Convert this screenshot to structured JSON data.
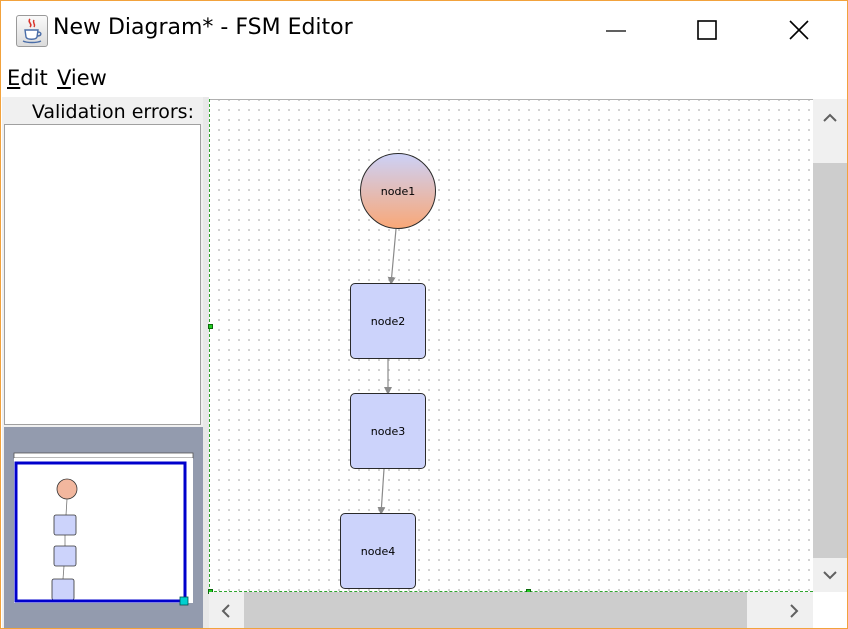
{
  "window": {
    "title": "New Diagram* - FSM Editor"
  },
  "menu": {
    "edit": {
      "mnemonic": "E",
      "rest": "dit"
    },
    "view": {
      "mnemonic": "V",
      "rest": "iew"
    }
  },
  "left_panel": {
    "validation_label": "Validation errors:"
  },
  "diagram": {
    "nodes": [
      {
        "id": "node1",
        "label": "node1",
        "shape": "circle"
      },
      {
        "id": "node2",
        "label": "node2",
        "shape": "rect"
      },
      {
        "id": "node3",
        "label": "node3",
        "shape": "rect"
      },
      {
        "id": "node4",
        "label": "node4",
        "shape": "rect"
      }
    ],
    "edges": [
      {
        "from": "node1",
        "to": "node2"
      },
      {
        "from": "node2",
        "to": "node3"
      },
      {
        "from": "node3",
        "to": "node4"
      }
    ]
  },
  "colors": {
    "window_border": "#f2a23c",
    "node_fill": "#ccd3fb",
    "start_gradient_top": "#ccd1f7",
    "start_gradient_bottom": "#f9a878",
    "overview_bg": "#939bae",
    "overview_viewport": "#0000cc",
    "selection": "#2fa52f"
  },
  "icons": {
    "app": "java-cup-icon",
    "minimize": "minimize-icon",
    "maximize": "maximize-icon",
    "close": "close-icon",
    "scroll_up": "chevron-up-icon",
    "scroll_down": "chevron-down-icon",
    "scroll_left": "chevron-left-icon",
    "scroll_right": "chevron-right-icon"
  }
}
